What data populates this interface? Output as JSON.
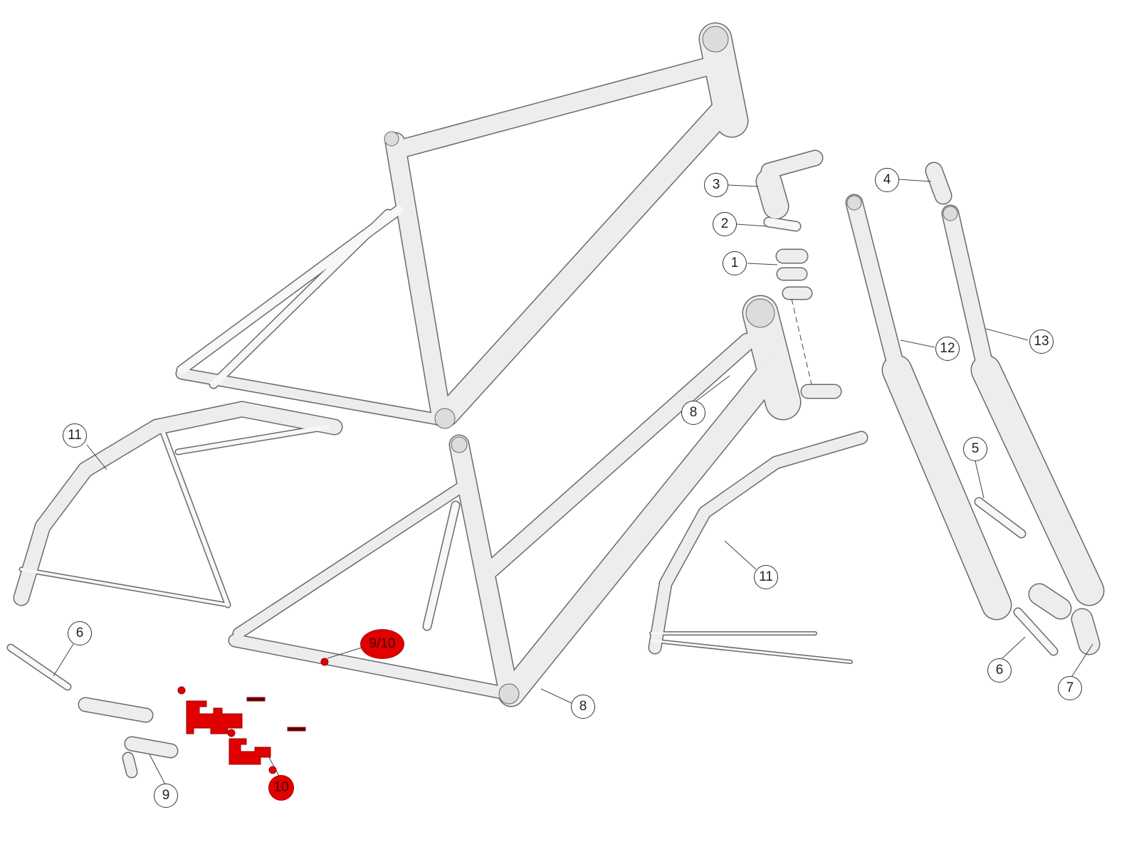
{
  "diagram": {
    "title": "Bicycle frame exploded parts diagram",
    "callouts": [
      "11",
      "6",
      "9",
      "10",
      "9/10",
      "8",
      "8",
      "3",
      "2",
      "1",
      "4",
      "12",
      "13",
      "5",
      "11",
      "6",
      "7"
    ],
    "highlight_color": "#e00000",
    "line_color": "#555555"
  }
}
